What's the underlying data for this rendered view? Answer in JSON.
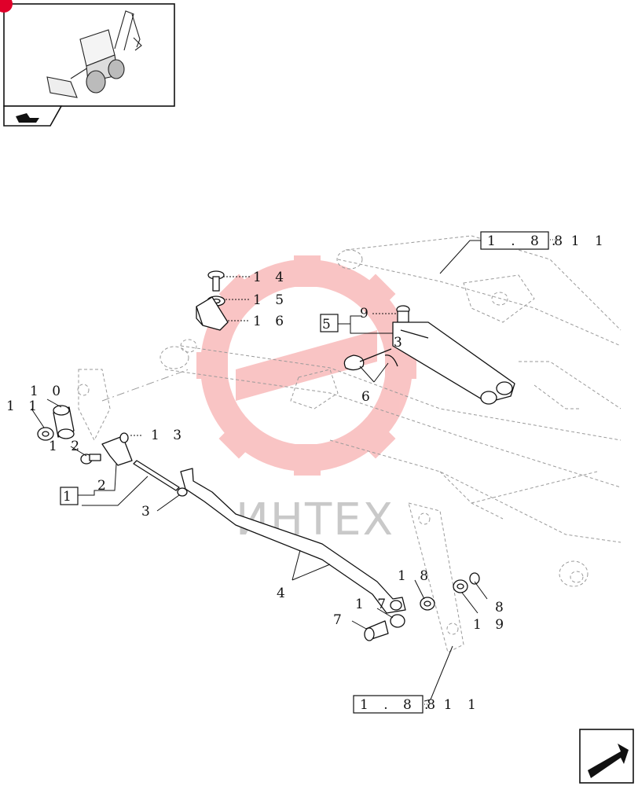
{
  "watermark": {
    "text": "ИНТЕХ",
    "gear_color": "#f05a5a"
  },
  "thumbnail": {
    "label": "backhoe-loader-icon"
  },
  "references": {
    "top": "1 . 8 8 . 1 1",
    "bottom": "1 . 8 8 . 1 1"
  },
  "callouts": {
    "c14": "1 4",
    "c15": "1 5",
    "c16": "1 6",
    "c9": "9",
    "c3b": "3",
    "c5": "5",
    "c6": "6",
    "c10": "1 0",
    "c11": "1 1",
    "c13": "1 3",
    "c12": "1 2",
    "c1": "1",
    "c2": "2",
    "c3": "3",
    "c4": "4",
    "c18": "1 8",
    "c17": "1 7",
    "c7": "7",
    "c19": "1 9",
    "c8": "8"
  },
  "colors": {
    "line": "#111111",
    "dashed": "#9a9a9a",
    "accent": "#e0002a"
  }
}
